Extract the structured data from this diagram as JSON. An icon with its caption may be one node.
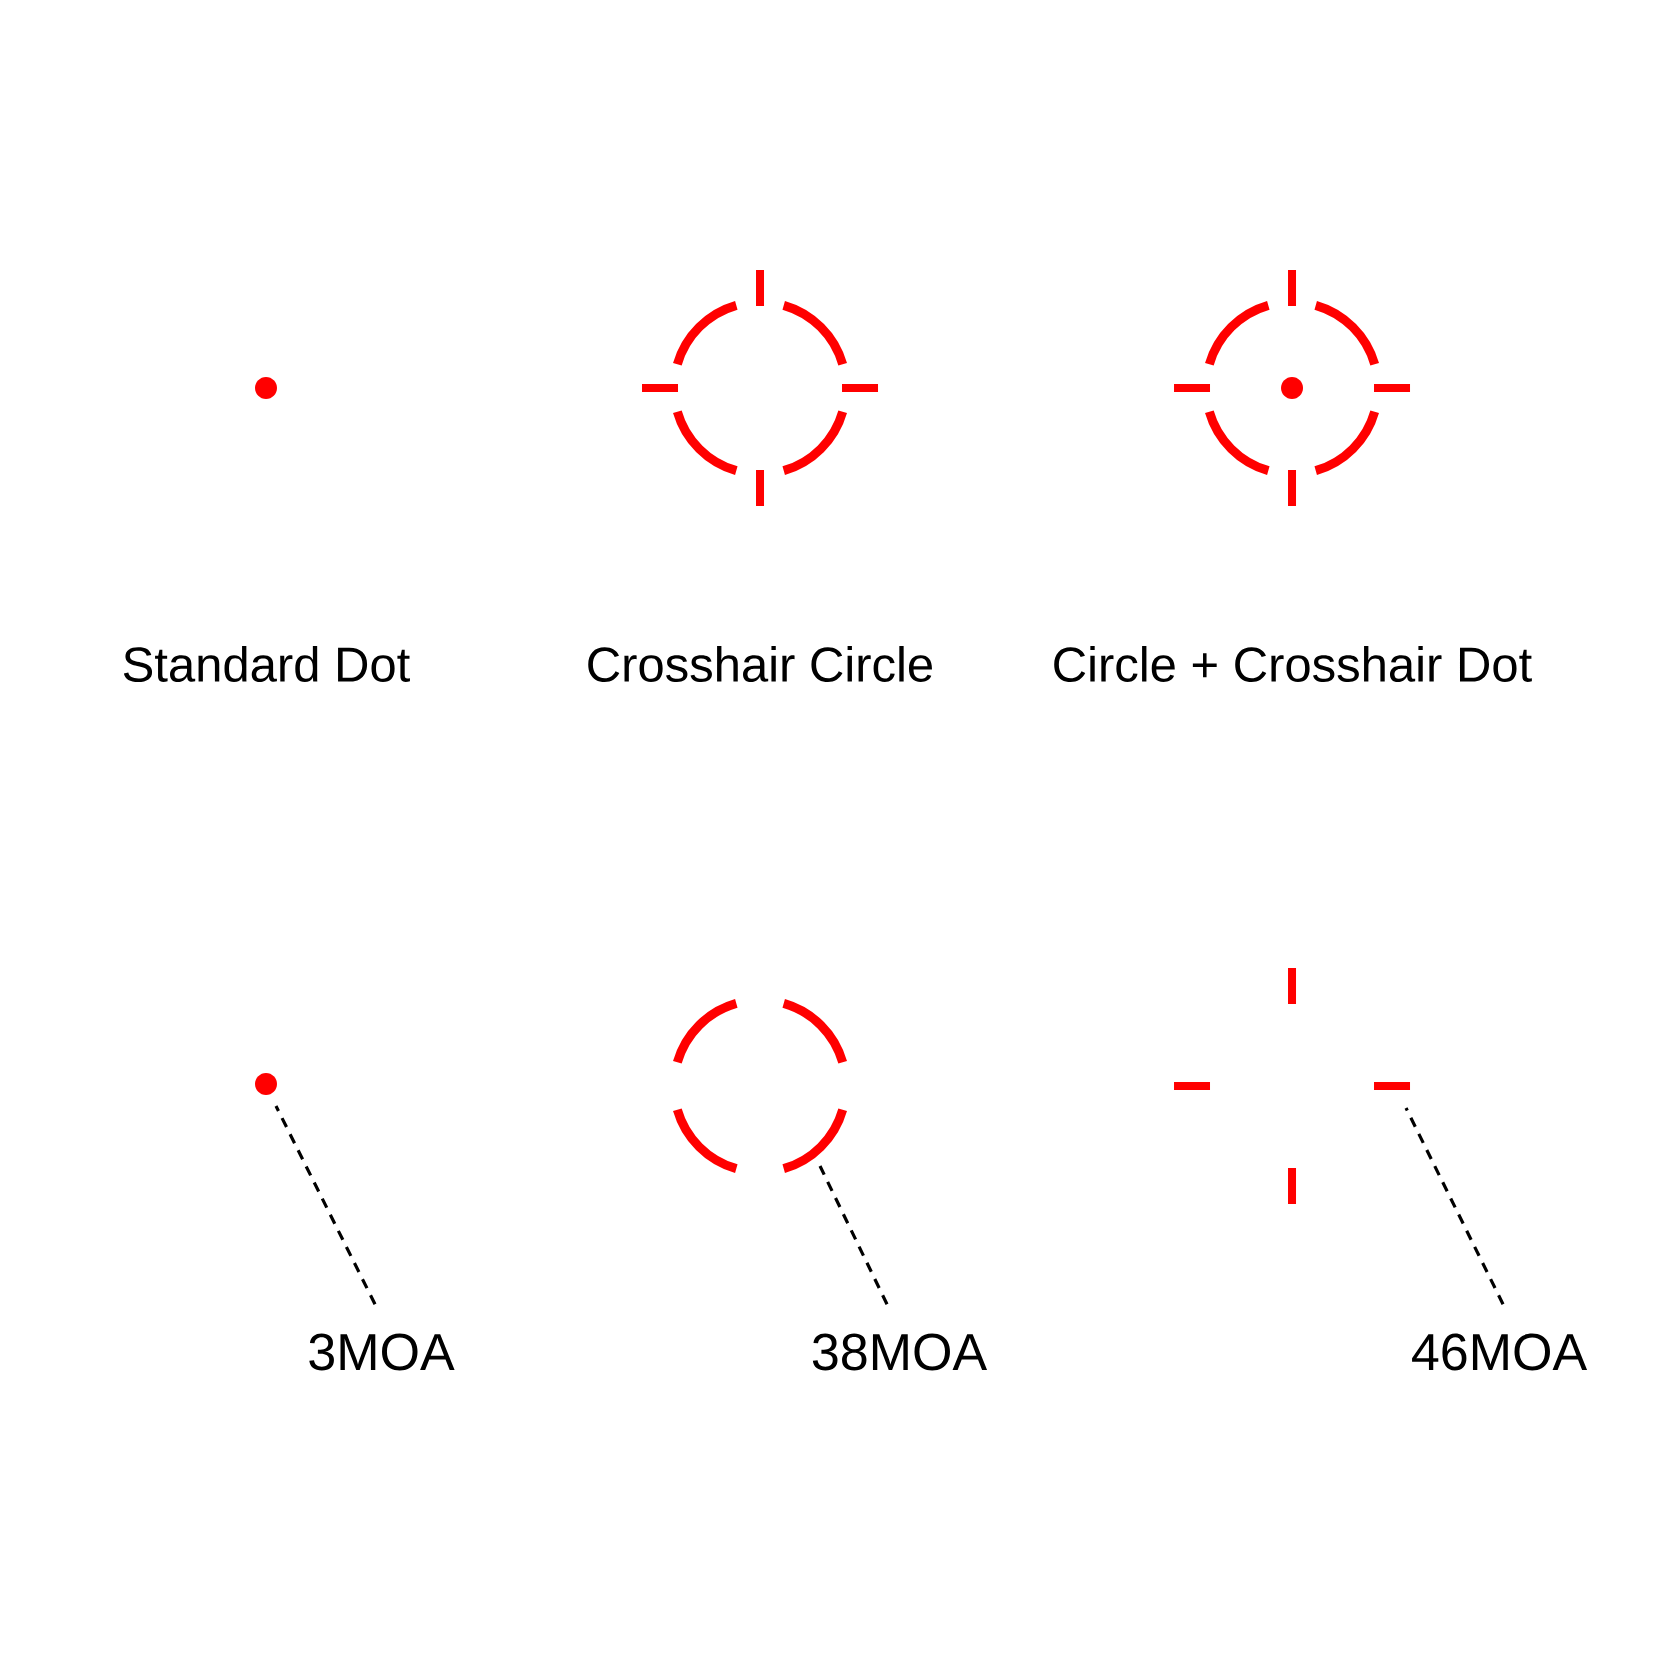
{
  "diagram": {
    "nodes": [
      {
        "text": [],
        "shape": "dot"
      },
      {
        "text": [],
        "shape": "reticle"
      },
      {
        "text": [],
        "shape": "reticle"
      },
      {
        "text": [],
        "shape": "dot",
        "in": 2
      },
      {
        "text": [],
        "shape": "dot"
      },
      {
        "text": [],
        "shape": "circle"
      },
      {
        "text": [],
        "shape": "crosshair"
      },
      {
        "text": [
          "3MOA"
        ]
      },
      {
        "text": [
          "38MOA"
        ]
      },
      {
        "text": [
          "46MOA"
        ]
      }
    ],
    "edges": [
      {
        "from": 7,
        "to": 4,
        "arrow": "none",
        "style": "dashed"
      },
      {
        "from": 8,
        "to": 5,
        "arrow": "none",
        "style": "dashed"
      },
      {
        "from": 9,
        "to": 6,
        "arrow": "none",
        "style": "dashed"
      }
    ],
    "labels": [
      "Standard Dot",
      "Crosshair Circle",
      "Circle + Crosshair Dot"
    ]
  }
}
